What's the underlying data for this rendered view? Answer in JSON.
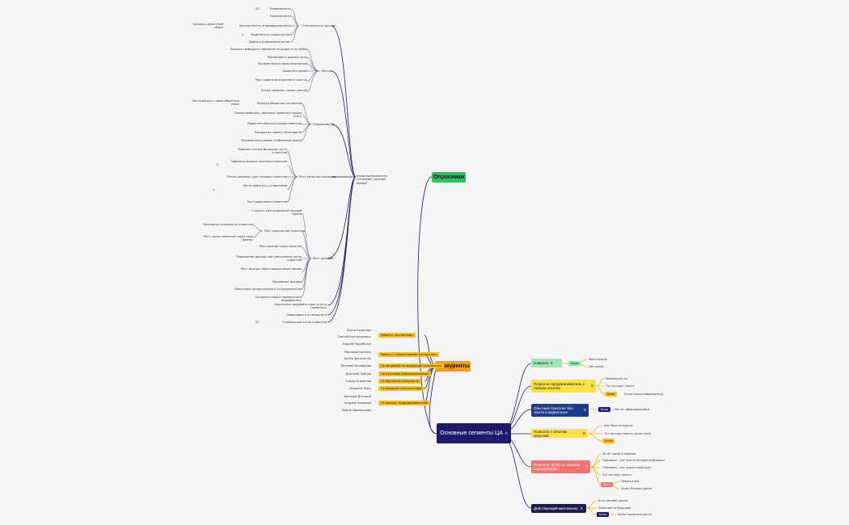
{
  "nodes": {
    "central": "Основные сегменты ЦА",
    "oprosniki": "Опросники",
    "konkurenty": "Конкуренты",
    "question": "Какие возможности открывает личный бренд?"
  },
  "branches": {
    "otlichatsya": "Отличаться от других",
    "lichnoe": "Личное",
    "samorazvitie": "Саморазвитие",
    "rost_kachestva": "Рост качества клиентов",
    "rost_dohodov": "Рост доходов",
    "rost_kolichestva": "Рост количества клиентов",
    "nauchitsya": "Научиться продавать свои услуги психолога",
    "zavisimost": "Зависимость от внешнего",
    "stabilny": "Стабильный поток клиентов"
  },
  "leaves": {
    "a1": "Узнаваемость",
    "a2": "Уникальность",
    "a3": "Экспертность, индивидуальность",
    "a4": "Выделиться среди коллег",
    "a5": "Добиться уважения коллег",
    "n20": "20",
    "n2a": "2",
    "lf1": "Создать целостный образ",
    "b1": "Больше свободного времени на отдых и на хобби",
    "b2": "Реализовать давние цели",
    "b3": "Занятие благотворительностью",
    "b4": "Помогать семье",
    "b5": "Рост уровня внутреннего счастья",
    "b6": "Когда похвалы, самая ценная",
    "c1": "Вклад в общество экспертов",
    "c0": "Быстрый рост через обратную связь",
    "c2": "Более свободны, обычные правила и опора этого",
    "c3": "Перестать бояться ходов клиентов",
    "c4": "Раскрытие своего потенциала",
    "c5": "Возможность своим стабильный доход",
    "d1": "Поможет отсечь большую часть клиентов",
    "d2": "Привлечь больше платных клиентов",
    "d3": "Легче работать с клиентами",
    "d4": "Поток целевых, уже готовых клиентов",
    "d5": "Рост довольных клиентов",
    "n2b": "2",
    "n2c": "2",
    "e1": "Строить уже созданный личный бренд",
    "e2": "Выстроить очередь из клиентов",
    "e3": "Рост числа клиентов через свои формы",
    "e4": "Рост дохода через наличие",
    "e5": "Повышение дохода при увеличении числа клиентов",
    "e6": "Рост дохода через продуктовую линию",
    "e7": "Пассивные доходы",
    "e8": "Получение предложения о сотрудничестве",
    "e9": "Создание своего правильного инфобизнеса",
    "e20": "20"
  },
  "competitors": {
    "people": [
      "Юлия Куренова",
      "Сергей Бистрицкевич",
      "Андрей Парабелия",
      "Мирзоев Бахтиёр",
      "Артём Денисенко",
      "Виталий Коновалов",
      "Дмитрий Зайцев",
      "Тимур Куфрилов",
      "Марьяна Зирк",
      "Виталий Истомин",
      "Андрей Зиновьев",
      "Мария Афанасьева"
    ],
    "groups": [
      "Работа с экспертами",
      "Работа с продуктовыми экспертами",
      "По вопросам по продукции психологии",
      "По изучению информационных",
      "По обучению психологов",
      "По продаже консультаций",
      "По выходу предпринимателей"
    ]
  },
  "segments": [
    {
      "label": "Новичок",
      "color": "#9de3b3",
      "tag": "Боли",
      "details": [
        "Мало опыта",
        "Нет денег"
      ]
    },
    {
      "label": "Психолог-предприниматель с любым опытом",
      "color": "#fde047",
      "tag": "Боли",
      "details": [
        "Маленькие по",
        "Тут не ищут много",
        "Хочет масштабироваться"
      ]
    },
    {
      "label": "Опытный психолог без опыта в маркетинге",
      "color": "#1e3a8a",
      "tag": "Боли",
      "details": [
        "Не тот обращающийся"
      ]
    },
    {
      "label": "Психолог с опытом запусков",
      "color": "#fde047",
      "tag": "Боли",
      "details": [
        "Уже был на курсах",
        "Тут не ищут много, ищет пока"
      ]
    },
    {
      "label": "Психолог, устал от объема консультаций",
      "color": "#f87171",
      "tag": "Боли",
      "details": [
        "30-40 часов в неделю",
        "Понимает, что нужно автоматизировать",
        "Понимает, что нужен свой курс",
        "Тут не ищут много",
        "Перегрузка",
        "Хочет больше денег"
      ]
    },
    {
      "label": "Действующий миллионер",
      "color": "#1e1b4b",
      "tag": "Боли",
      "details": [
        "Есть онлайн школа",
        "Сильный на будущее",
        "Хочет крупного роста"
      ]
    }
  ]
}
